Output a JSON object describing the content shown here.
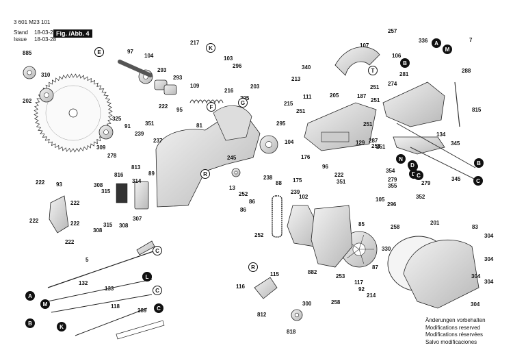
{
  "header": {
    "doc_number": "3 601 M23 101",
    "stand_label": "Stand",
    "stand_date": "18-03-22",
    "issue_label": "Issue",
    "issue_date": "18-03-28",
    "figure": "Fig. /Abb. 4"
  },
  "notes": [
    "Änderungen vorbehalten",
    "Modifications reserved",
    "Modifications réservées",
    "Salvo modificaciones"
  ],
  "part_labels": [
    "885",
    "310",
    "202",
    "97",
    "104",
    "293",
    "293",
    "109",
    "217",
    "103",
    "296",
    "216",
    "295",
    "203",
    "213",
    "215",
    "295",
    "222",
    "95",
    "351",
    "81",
    "325",
    "91",
    "239",
    "309",
    "278",
    "237",
    "89",
    "245",
    "104",
    "813",
    "816",
    "314",
    "308",
    "315",
    "307",
    "308",
    "315",
    "308",
    "93",
    "222",
    "222",
    "222",
    "222",
    "222",
    "5",
    "132",
    "133",
    "118",
    "289",
    "13",
    "252",
    "86",
    "252",
    "86",
    "238",
    "88",
    "176",
    "96",
    "222",
    "351",
    "175",
    "239",
    "102",
    "105",
    "296",
    "258",
    "85",
    "201",
    "83",
    "304",
    "304",
    "304",
    "304",
    "304",
    "330",
    "87",
    "882",
    "253",
    "117",
    "92",
    "214",
    "258",
    "116",
    "115",
    "812",
    "300",
    "818",
    "257",
    "107",
    "106",
    "340",
    "111",
    "205",
    "251",
    "251",
    "251",
    "187",
    "129",
    "251",
    "251",
    "287",
    "134",
    "345",
    "345",
    "815",
    "336",
    "7",
    "281",
    "274",
    "288",
    "354",
    "279",
    "355",
    "352",
    "251",
    "279"
  ],
  "callout_letters": [
    "E",
    "K",
    "F",
    "R",
    "R",
    "C",
    "C",
    "L",
    "C",
    "A",
    "M",
    "B",
    "K",
    "L",
    "A",
    "B",
    "M",
    "N",
    "D",
    "C",
    "C",
    "D",
    "B",
    "C",
    "G",
    "E",
    "T"
  ]
}
